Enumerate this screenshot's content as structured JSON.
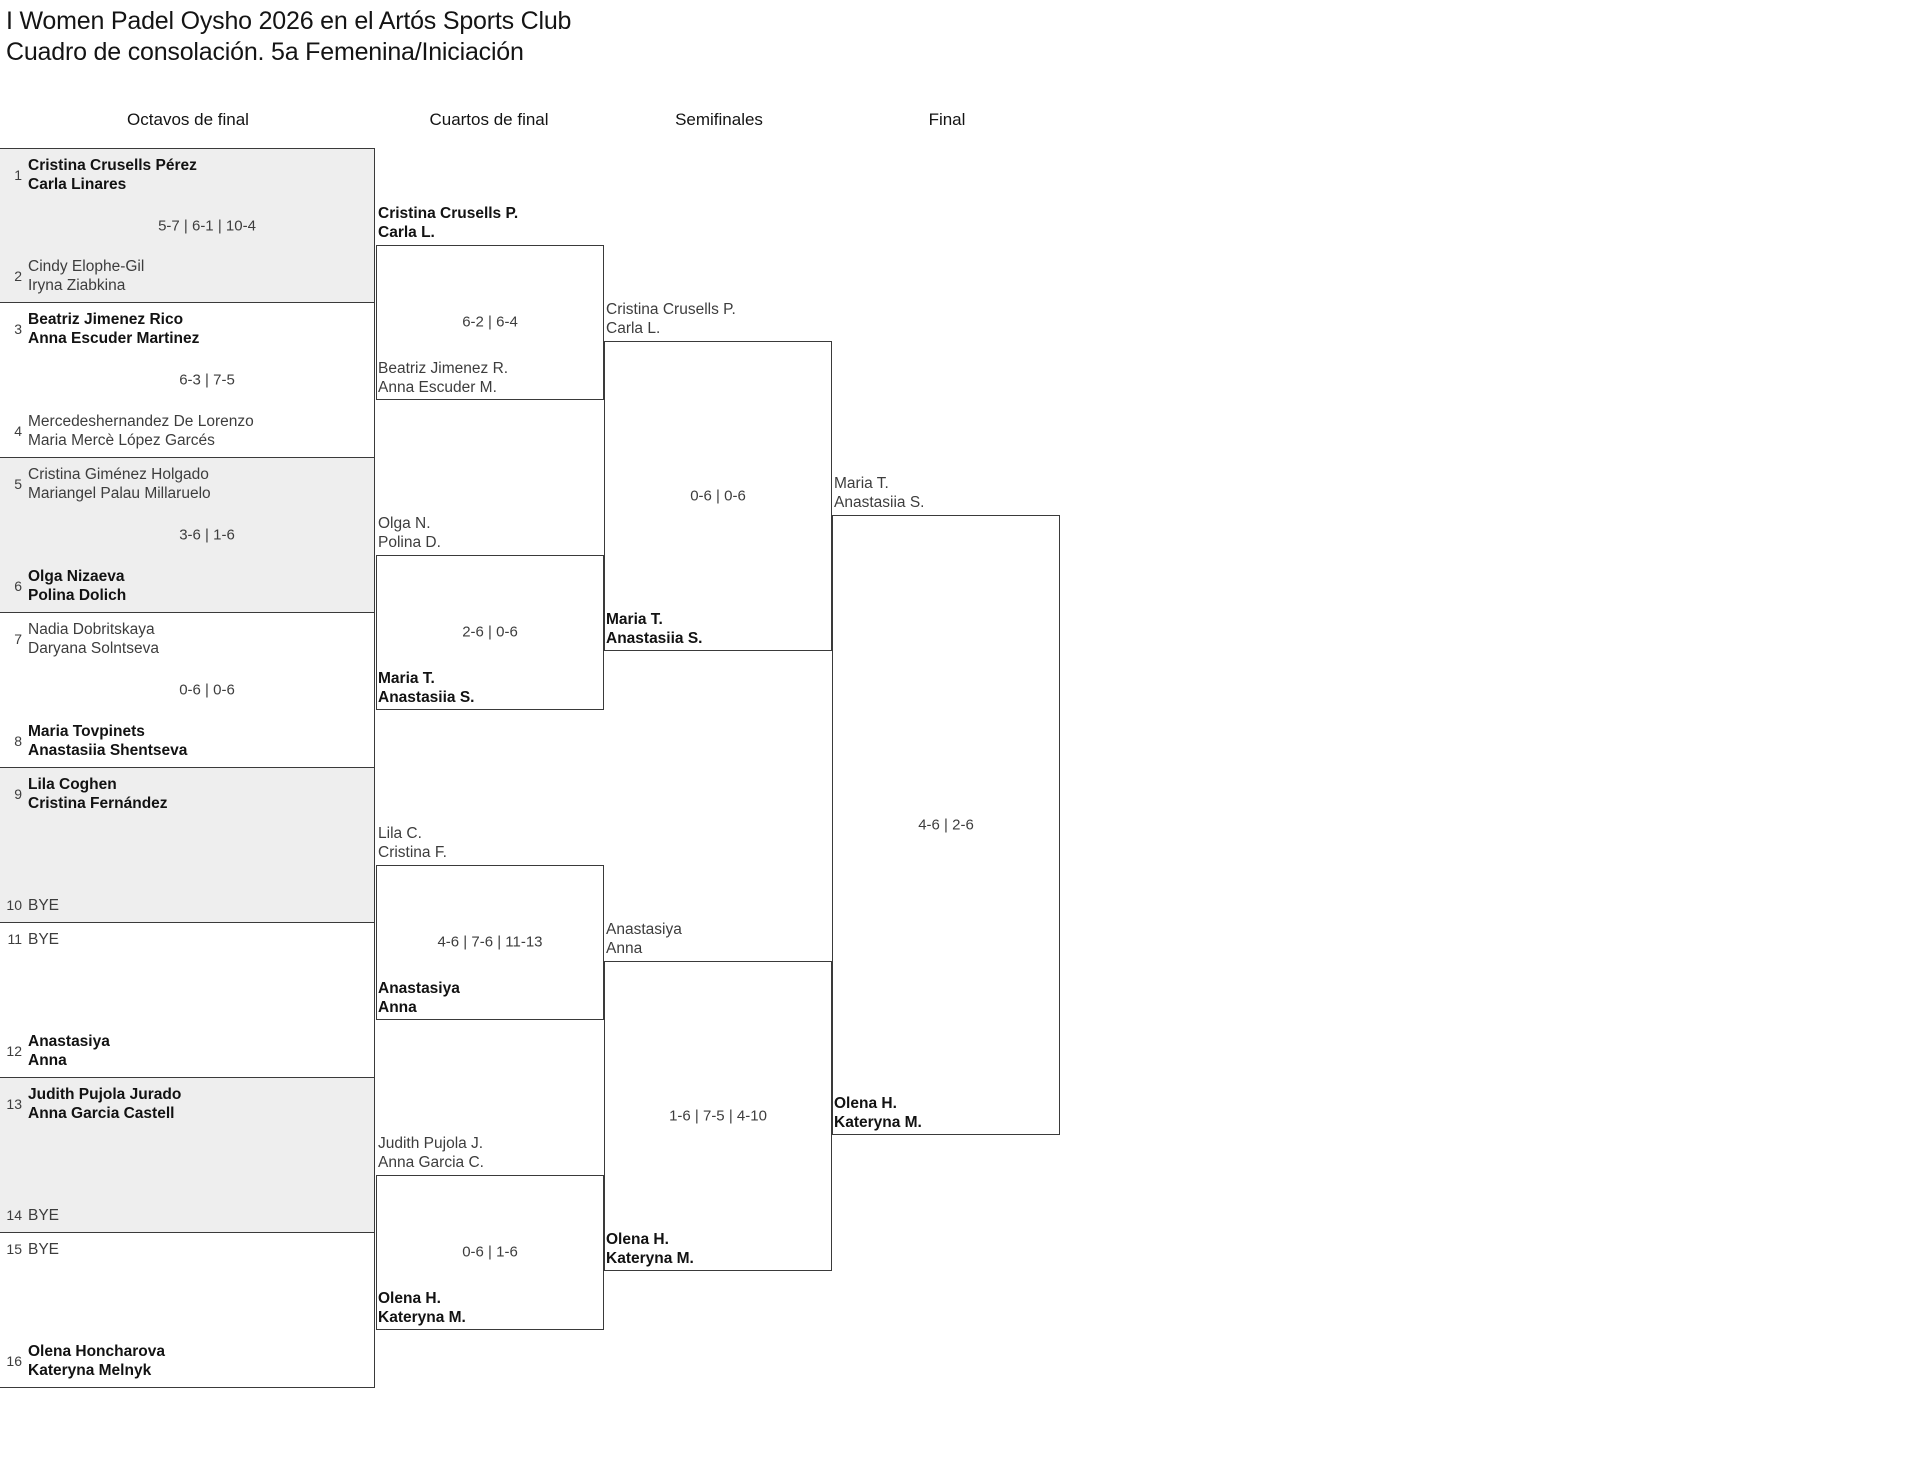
{
  "title": {
    "line1": "I Women Padel Oysho 2026 en el Artós Sports Club",
    "line2": "Cuadro de consolación. 5a Femenina/Iniciación"
  },
  "rounds": [
    {
      "label": "Octavos de final"
    },
    {
      "label": "Cuartos de final"
    },
    {
      "label": "Semifinales"
    },
    {
      "label": "Final"
    }
  ],
  "round1": {
    "entries": [
      {
        "seed": "1",
        "p1": "Cristina Crusells Pérez",
        "p2": "Carla Linares",
        "winner": true
      },
      {
        "seed": "2",
        "p1": "Cindy Elophe-Gil",
        "p2": "Iryna Ziabkina",
        "winner": false
      },
      {
        "seed": "3",
        "p1": "Beatriz Jimenez Rico",
        "p2": "Anna Escuder Martinez",
        "winner": true
      },
      {
        "seed": "4",
        "p1": "Mercedeshernandez De Lorenzo",
        "p2": "Maria Mercè López Garcés",
        "winner": false
      },
      {
        "seed": "5",
        "p1": "Cristina Giménez Holgado",
        "p2": "Mariangel Palau Millaruelo",
        "winner": false
      },
      {
        "seed": "6",
        "p1": "Olga Nizaeva",
        "p2": "Polina Dolich",
        "winner": true
      },
      {
        "seed": "7",
        "p1": "Nadia Dobritskaya",
        "p2": "Daryana Solntseva",
        "winner": false
      },
      {
        "seed": "8",
        "p1": "Maria Tovpinets",
        "p2": "Anastasiia Shentseva",
        "winner": true
      },
      {
        "seed": "9",
        "p1": "Lila Coghen",
        "p2": "Cristina Fernández",
        "winner": true
      },
      {
        "seed": "10",
        "p1": "BYE",
        "p2": "",
        "winner": false,
        "bye": true
      },
      {
        "seed": "11",
        "p1": "BYE",
        "p2": "",
        "winner": false,
        "bye": true
      },
      {
        "seed": "12",
        "p1": "Anastasiya",
        "p2": "Anna",
        "winner": true
      },
      {
        "seed": "13",
        "p1": "Judith Pujola Jurado",
        "p2": "Anna Garcia Castell",
        "winner": true
      },
      {
        "seed": "14",
        "p1": "BYE",
        "p2": "",
        "winner": false,
        "bye": true
      },
      {
        "seed": "15",
        "p1": "BYE",
        "p2": "",
        "winner": false,
        "bye": true
      },
      {
        "seed": "16",
        "p1": "Olena Honcharova",
        "p2": "Kateryna Melnyk",
        "winner": true
      }
    ],
    "scores": [
      "5-7 | 6-1 | 10-4",
      "6-3 | 7-5",
      "3-6 | 1-6",
      "0-6 | 0-6",
      "",
      "",
      "",
      ""
    ]
  },
  "round2": {
    "slots": [
      {
        "p1": "Cristina Crusells P.",
        "p2": "Carla L.",
        "winner": true
      },
      {
        "p1": "Beatriz Jimenez R.",
        "p2": "Anna Escuder M.",
        "winner": false
      },
      {
        "p1": "Olga N.",
        "p2": "Polina D.",
        "winner": false
      },
      {
        "p1": "Maria T.",
        "p2": "Anastasiia S.",
        "winner": true
      },
      {
        "p1": "Lila C.",
        "p2": "Cristina F.",
        "winner": false
      },
      {
        "p1": "Anastasiya",
        "p2": "Anna",
        "winner": true
      },
      {
        "p1": "Judith Pujola J.",
        "p2": "Anna Garcia C.",
        "winner": false
      },
      {
        "p1": "Olena H.",
        "p2": "Kateryna M.",
        "winner": true
      }
    ],
    "scores": [
      "6-2 | 6-4",
      "2-6 | 0-6",
      "4-6 | 7-6 | 11-13",
      "0-6 | 1-6"
    ]
  },
  "round3": {
    "slots": [
      {
        "p1": "Cristina Crusells P.",
        "p2": "Carla L.",
        "winner": false
      },
      {
        "p1": "Maria T.",
        "p2": "Anastasiia S.",
        "winner": true
      },
      {
        "p1": "Anastasiya",
        "p2": "Anna",
        "winner": false
      },
      {
        "p1": "Olena H.",
        "p2": "Kateryna M.",
        "winner": true
      }
    ],
    "scores": [
      "0-6 | 0-6",
      "1-6 | 7-5 | 4-10"
    ]
  },
  "round4": {
    "slots": [
      {
        "p1": "Maria T.",
        "p2": "Anastasiia S.",
        "winner": false
      },
      {
        "p1": "Olena H.",
        "p2": "Kateryna M.",
        "winner": true
      }
    ],
    "scores": [
      "4-6 | 2-6"
    ]
  },
  "colors": {
    "line": "#3a3a3a",
    "shade": "#eeeeee",
    "text": "#3d3d3d",
    "winner_text": "#121212"
  }
}
